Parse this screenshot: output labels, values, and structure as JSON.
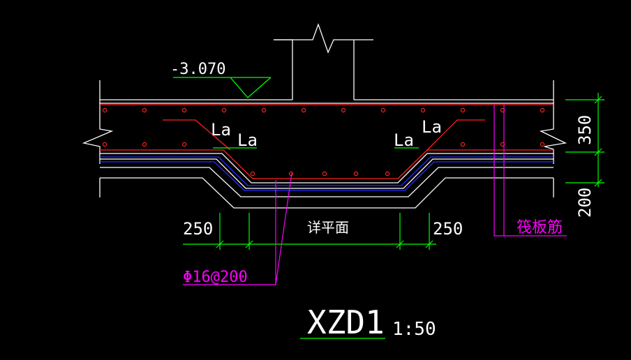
{
  "drawing": {
    "elevation": "-3.070",
    "anchor_left_inner": "La",
    "anchor_left_outer": "La",
    "anchor_right_inner": "La",
    "anchor_right_outer": "La",
    "dim_left": "250",
    "dim_right": "250",
    "plan_ref": "详平面",
    "rebar_spec": "Φ16@200",
    "raft_rebar": "筏板筋",
    "dim_thickness_upper": "350",
    "dim_thickness_lower": "200",
    "title": "XZD1",
    "scale": "1:50"
  },
  "colors": {
    "background": "#000000",
    "outline": "#ffffff",
    "rebar": "#ff2020",
    "blue_layer": "#2a2aff",
    "dimension": "#00ff00",
    "leader": "#ff00ff"
  }
}
